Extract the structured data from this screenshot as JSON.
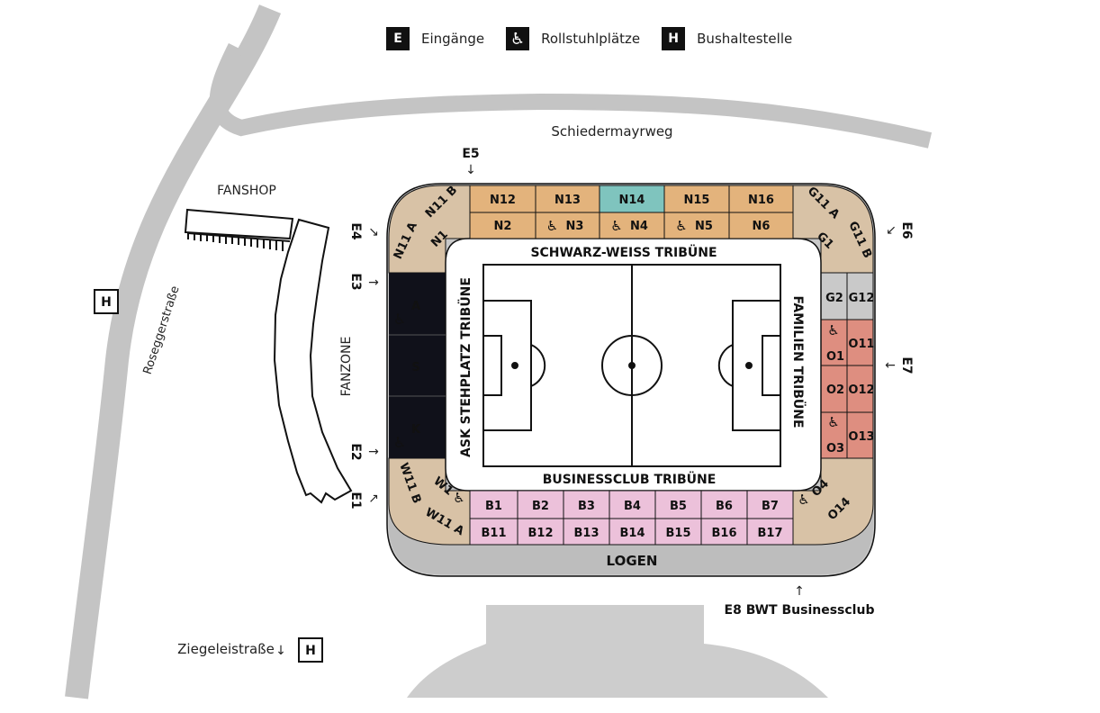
{
  "legend": [
    {
      "icon": "E",
      "label": "Eingänge"
    },
    {
      "icon": "♿",
      "label": "Rollstuhlplätze"
    },
    {
      "icon": "H",
      "label": "Bushaltestelle"
    }
  ],
  "streets": {
    "north": "Schiedermayrweg",
    "west": "Roseggerstraße",
    "south": "Ziegeleistraße"
  },
  "places": {
    "fanshop": "FANSHOP",
    "fanzone": "FANZONE",
    "logen": "LOGEN"
  },
  "stands": {
    "north": "SCHWARZ-WEISS TRIBÜNE",
    "south": "BUSINESSCLUB TRIBÜNE",
    "west": "ASK STEHPLATZ TRIBÜNE",
    "east": "FAMILIEN TRIBÜNE"
  },
  "entrances": {
    "E1": "E1",
    "E2": "E2",
    "E3": "E3",
    "E4": "E4",
    "E5": "E5",
    "E6": "E6",
    "E7": "E7",
    "E8": "E8 BWT Businessclub"
  },
  "bus_stop": "H",
  "sections": {
    "north_upper": [
      "N12",
      "N13",
      "N14",
      "N15",
      "N16"
    ],
    "north_lower": [
      "N2",
      "N3",
      "N4",
      "N5",
      "N6"
    ],
    "south_upper": [
      "B1",
      "B2",
      "B3",
      "B4",
      "B5",
      "B6",
      "B7"
    ],
    "south_lower": [
      "B11",
      "B12",
      "B13",
      "B14",
      "B15",
      "B16",
      "B17"
    ],
    "west": [
      "A",
      "S",
      "K"
    ],
    "east_top": [
      "G2",
      "G12"
    ],
    "east_left": [
      "O1",
      "O2",
      "O3"
    ],
    "east_right": [
      "O11",
      "O12",
      "O13"
    ],
    "corners": {
      "nw_outer": "N11 B",
      "nw_mid": "N11 A",
      "nw_inner": "N1",
      "ne_outer": "G11 A",
      "ne_mid": "G11 B",
      "ne_inner": "G1",
      "sw_outer": "W11 A",
      "sw_mid": "W11 B",
      "sw_inner": "W1",
      "se_outer": "O14",
      "se_inner": "O4"
    }
  },
  "colors": {
    "north": "#e3b37c",
    "north_highlight": "#7fc4be",
    "business": "#ecc1da",
    "east": "#de8e80",
    "corner": "#d8c2a6",
    "ring": "#c9c9c9",
    "ring_dark": "#b9b9b9",
    "west": "#10111a",
    "road": "#c4c4c4"
  }
}
